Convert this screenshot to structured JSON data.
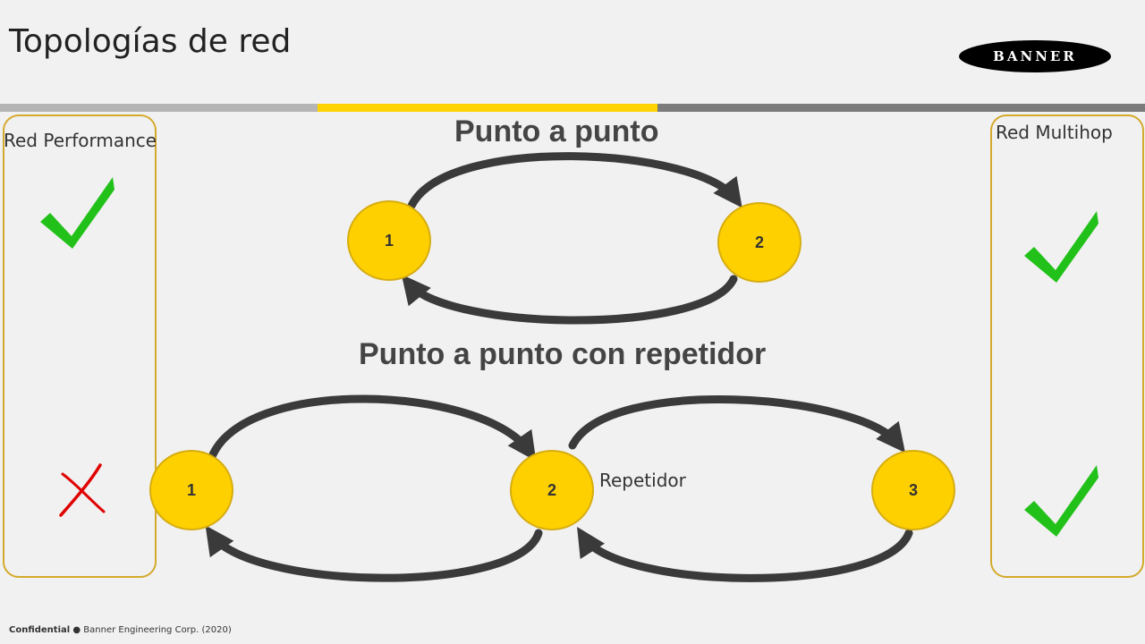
{
  "slide": {
    "title": "Topologías de red",
    "footer_confidential": "Confidential",
    "footer_separator": "●",
    "footer_company": "Banner Engineering Corp. (2020)"
  },
  "logo": {
    "text": "BANNER",
    "color": "#000000"
  },
  "header_bar_colors": [
    "#b5b5b5",
    "#ffd200",
    "#7b7b7b"
  ],
  "left_panel": {
    "label": "Red Performance",
    "top_mark": "check-icon",
    "bottom_mark": "x-icon"
  },
  "right_panel": {
    "label": "Red Multihop",
    "top_mark": "check-icon",
    "bottom_mark": "check-icon"
  },
  "diagram": {
    "top": {
      "title": "Punto a punto",
      "nodes": [
        "1",
        "2"
      ]
    },
    "bottom": {
      "title": "Punto a punto con repetidor",
      "nodes": [
        "1",
        "2",
        "3"
      ],
      "repeater_label": "Repetidor"
    }
  },
  "colors": {
    "node_fill": "#ffd000",
    "panel_border": "#d4aa2c",
    "check": "#22c11a",
    "cross": "#e00000",
    "arrow": "#3a3a3a"
  }
}
